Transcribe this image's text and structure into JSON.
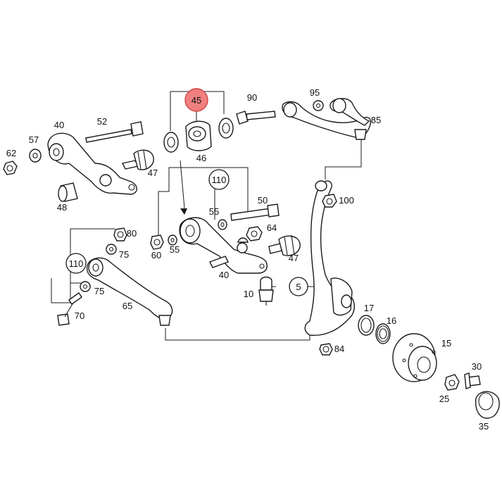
{
  "diagram": {
    "highlighted_part": "45",
    "highlight_color": "#f08080",
    "callouts": {
      "p45": "45",
      "p90": "90",
      "p95": "95",
      "p85": "85",
      "p52": "52",
      "p40a": "40",
      "p57": "57",
      "p62": "62",
      "p46": "46",
      "p47a": "47",
      "p48": "48",
      "p110a": "110",
      "p100": "100",
      "p50": "50",
      "p55a": "55",
      "p64": "64",
      "p80": "80",
      "p75a": "75",
      "p60": "60",
      "p55b": "55",
      "p47b": "47",
      "p110b": "110",
      "p40b": "40",
      "p5": "5",
      "p10": "10",
      "p75b": "75",
      "p65": "65",
      "p70": "70",
      "p17": "17",
      "p16": "16",
      "p84": "84",
      "p15": "15",
      "p30": "30",
      "p25": "25",
      "p35": "35"
    }
  }
}
